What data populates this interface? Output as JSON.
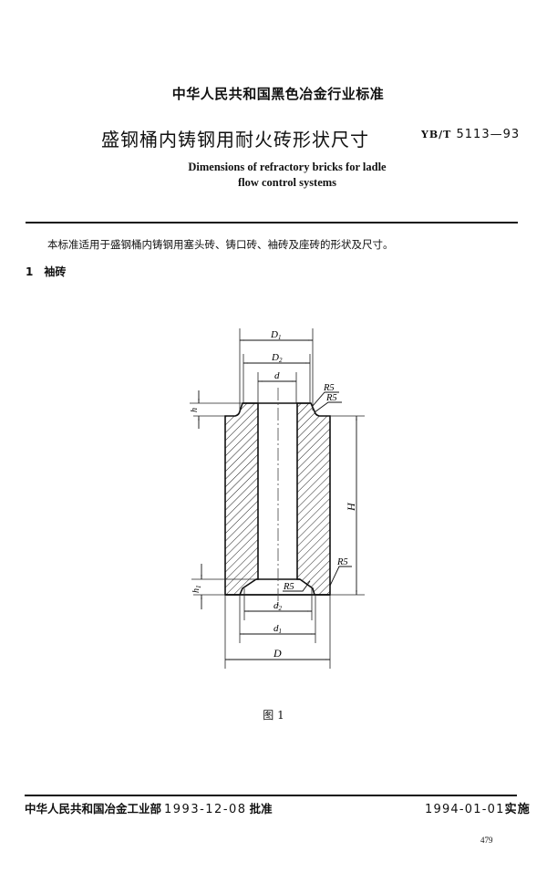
{
  "header": {
    "organization": "中华人民共和国黑色冶金行业标准",
    "title_cn": "盛钢桶内铸钢用耐火砖形状尺寸",
    "standard_prefix": "YB/T",
    "standard_number": "5113—93",
    "title_en_line1": "Dimensions of refractory bricks for ladle",
    "title_en_line2": "flow control systems"
  },
  "body": {
    "scope": "本标准适用于盛钢桶内铸钢用塞头砖、铸口砖、袖砖及座砖的形状及尺寸。",
    "section": {
      "number": "1",
      "title": "袖砖"
    }
  },
  "figure": {
    "caption": "图 1",
    "labels": {
      "D1": "D",
      "D1_sub": "1",
      "D2": "D",
      "D2_sub": "2",
      "d": "d",
      "R5_a": "R5",
      "R5_b": "R5",
      "R5_c": "R5",
      "R5_d": "R5",
      "h": "h",
      "h1": "h",
      "h1_sub": "1",
      "H": "H",
      "d2": "d",
      "d2_sub": "2",
      "d1": "d",
      "d1_sub": "1",
      "D": "D"
    }
  },
  "footer": {
    "issuer": "中华人民共和国冶金工业部",
    "approval_date": "1993-12-08",
    "approval_suffix": "批准",
    "effective_date": "1994-01-01",
    "effective_suffix": "实施",
    "page_number": "479"
  }
}
